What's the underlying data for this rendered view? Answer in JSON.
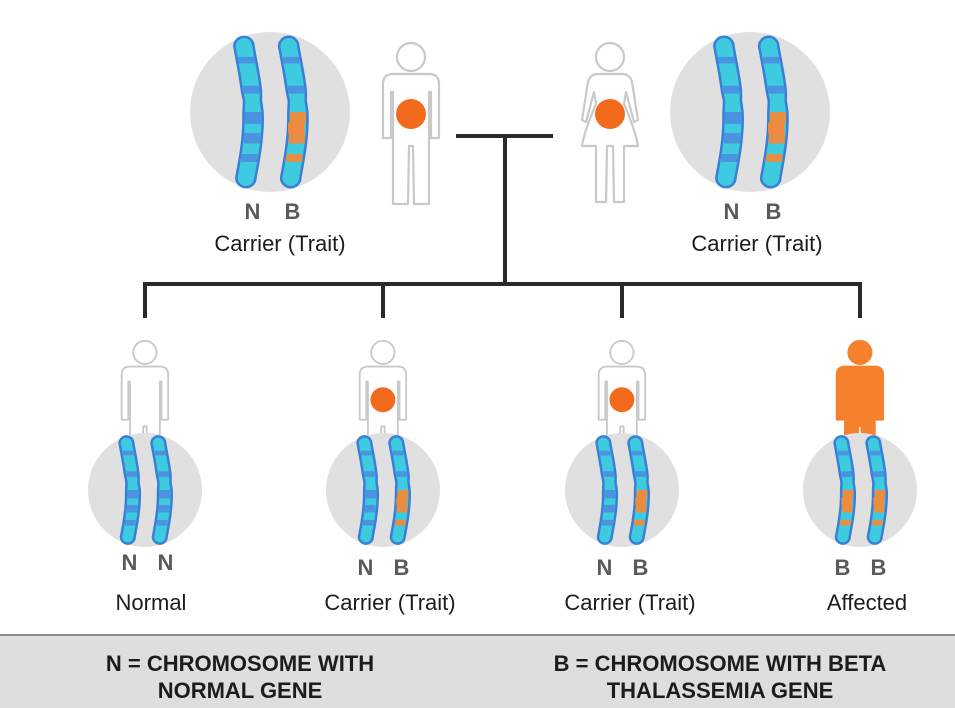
{
  "parents": [
    {
      "label": "Carrier (Trait)",
      "alleles": [
        "N",
        "B"
      ],
      "sex": "male",
      "carrier": true
    },
    {
      "label": "Carrier (Trait)",
      "alleles": [
        "N",
        "B"
      ],
      "sex": "female",
      "carrier": true
    }
  ],
  "children": [
    {
      "label": "Normal",
      "alleles": [
        "N",
        "N"
      ],
      "status": "normal"
    },
    {
      "label": "Carrier (Trait)",
      "alleles": [
        "N",
        "B"
      ],
      "status": "carrier"
    },
    {
      "label": "Carrier (Trait)",
      "alleles": [
        "N",
        "B"
      ],
      "status": "carrier"
    },
    {
      "label": "Affected",
      "alleles": [
        "B",
        "B"
      ],
      "status": "affected"
    }
  ],
  "legend": {
    "normal_text": "N = CHROMOSOME WITH\nNORMAL GENE",
    "beta_text": "B = CHROMOSOME WITH BETA\nTHALASSEMIA GENE"
  },
  "colors": {
    "normal_chromosome": "#3ecbe0",
    "normal_band": "#4a8fe0",
    "beta_band": "#f08a3c",
    "outline": "#3a7fd6",
    "carrier_dot": "#f26a1b",
    "affected_figure": "#f6812d",
    "circle_bg": "#e0e0e0",
    "line": "#2a2a2a"
  }
}
